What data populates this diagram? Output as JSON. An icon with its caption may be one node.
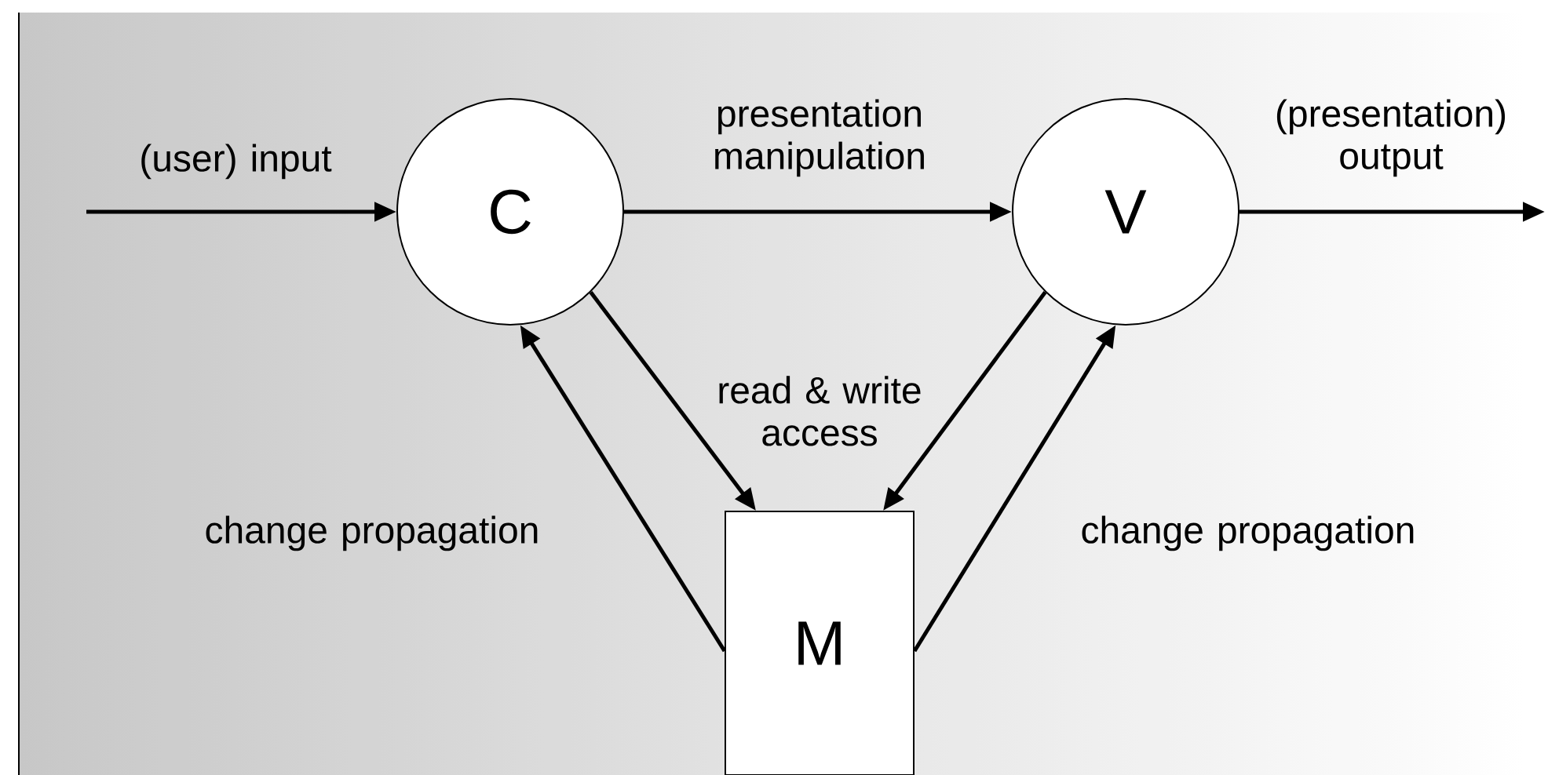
{
  "diagram": {
    "nodes": [
      {
        "text": [
          "C"
        ]
      },
      {
        "text": [
          "V"
        ]
      },
      {
        "text": [
          "M"
        ]
      }
    ],
    "edges": [
      {
        "from": null,
        "to": 0,
        "arrow": "to",
        "label": "(user) input"
      },
      {
        "from": 0,
        "to": 1,
        "arrow": "to",
        "label": "presentation manipulation"
      },
      {
        "from": 1,
        "to": null,
        "arrow": "to",
        "label": "(presentation) output"
      },
      {
        "from": 0,
        "to": 2,
        "arrow": "to"
      },
      {
        "from": 2,
        "to": 0,
        "arrow": "to",
        "label": "change propagation"
      },
      {
        "from": 1,
        "to": 2,
        "arrow": "to"
      },
      {
        "from": 2,
        "to": 1,
        "arrow": "to",
        "label": "change propagation"
      }
    ],
    "labels": [
      "read & write access"
    ]
  }
}
